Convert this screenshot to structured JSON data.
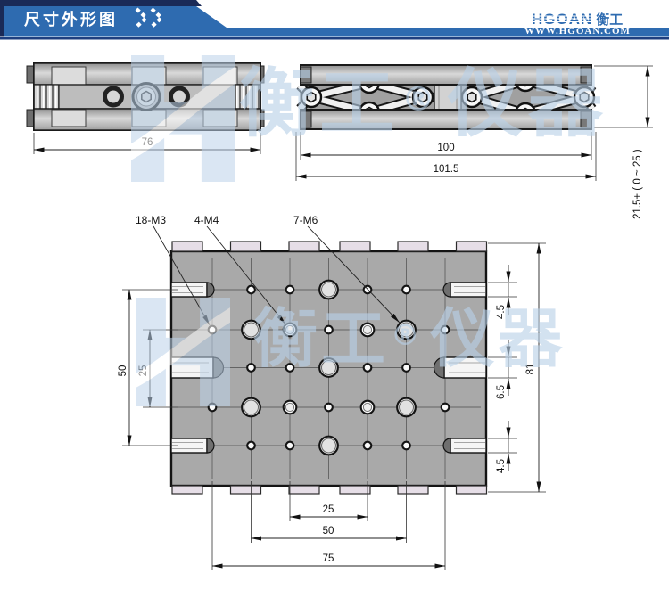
{
  "header": {
    "title": "尺寸外形图",
    "brand_en": "HGOAN",
    "brand_cn": "衡工",
    "website": "WWW.HGOAN.COM",
    "icons": {
      "chevrons": "double-chevron-right"
    },
    "colors": {
      "banner_blue": "#2e6bb0",
      "navy": "#1a2a57",
      "underline": "#1e3f7f"
    }
  },
  "watermark": {
    "cn_left": "衡工",
    "registered": "®",
    "cn_right": "仪器",
    "color": "#b9d1e8"
  },
  "front_view": {
    "dim_width": "76"
  },
  "side_view": {
    "dim_inner_width": "100",
    "dim_overall_width": "101.5",
    "dim_height_range": "21.5+ ( 0 ~ 25 )"
  },
  "top_view": {
    "callout_m3": "18-M3",
    "callout_m4": "4-M4",
    "callout_m6": "7-M6",
    "dim_rows_span": "50",
    "dim_rows_inner": "25",
    "dim_slot_top": "4.5",
    "dim_slot_mid": "6.5",
    "dim_slot_bottom": "4.5",
    "dim_plate_height": "81",
    "dim_cols_inner": "25",
    "dim_cols_mid": "50",
    "dim_cols_span": "75",
    "hole_grid": {
      "cols_x": [
        123,
        166.5,
        210,
        253.5,
        297,
        340.5,
        384
      ],
      "rows_y": [
        97,
        142,
        184.5,
        229,
        272
      ],
      "pattern": [
        [
          "-",
          "S",
          "S",
          "L",
          "S",
          "S",
          "-"
        ],
        [
          "S",
          "L",
          "M",
          "S",
          "M",
          "L",
          "S"
        ],
        [
          "-",
          "S",
          "S",
          "L",
          "S",
          "S",
          "-"
        ],
        [
          "S",
          "L",
          "M",
          "S",
          "M",
          "L",
          "S"
        ],
        [
          "-",
          "S",
          "S",
          "L",
          "S",
          "S",
          "-"
        ]
      ],
      "legend": {
        "S": "M3",
        "M": "M4",
        "L": "M6"
      }
    }
  }
}
